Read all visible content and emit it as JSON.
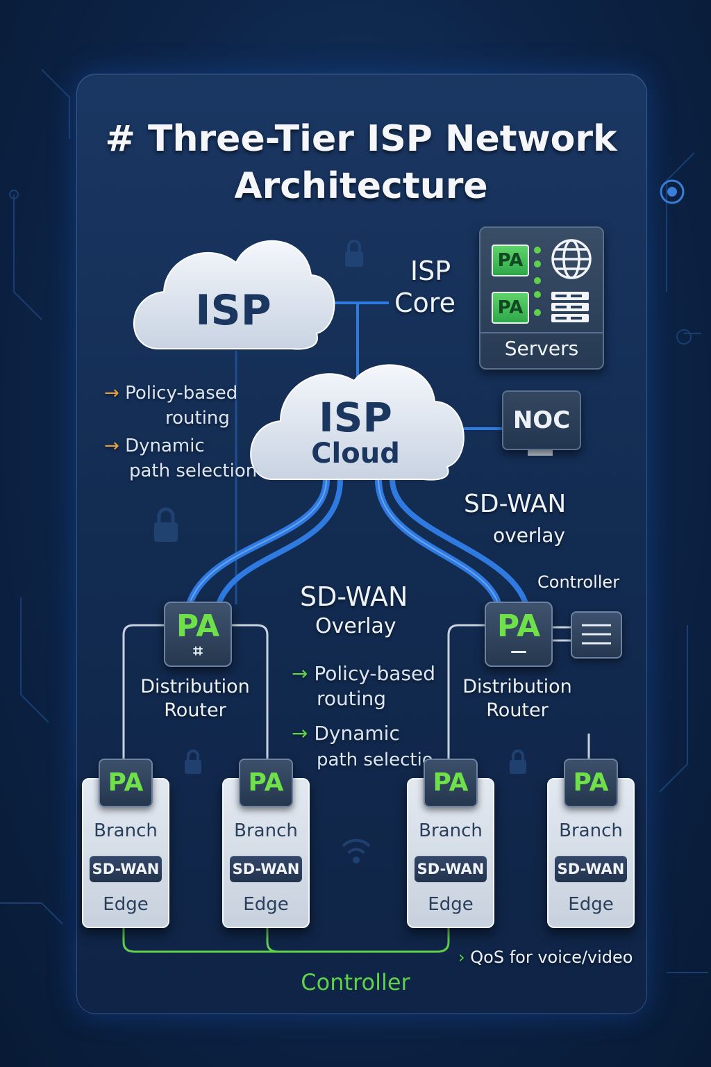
{
  "title": {
    "line1": "# Three-Tier ISP Network",
    "line2": "Architecture"
  },
  "clouds": {
    "isp": "ISP",
    "isp_cloud_line1": "ISP",
    "isp_cloud_line2": "Cloud"
  },
  "core": {
    "label_line1": "ISP",
    "label_line2": "Core",
    "servers_label": "Servers",
    "pa_label": "PA"
  },
  "noc": {
    "label": "NOC"
  },
  "left_bullets": {
    "item1_line1": "Policy-based",
    "item1_line2": "routing",
    "item2_line1": "Dynamic",
    "item2_line2": "path selection",
    "arrow": "→"
  },
  "overlay_right": {
    "line1": "SD-WAN",
    "line2": "overlay",
    "controller": "Controller"
  },
  "overlay_center": {
    "line1": "SD-WAN",
    "line2": "Overlay",
    "item1_line1": "Policy-based",
    "item1_line2": "routing",
    "item2_line1": "Dynamic",
    "item2_line2": "path selectio",
    "arrow": "→"
  },
  "routers": [
    {
      "pa": "PA",
      "mark": "⌗",
      "label_line1": "Distribution",
      "label_line2": "Router"
    },
    {
      "pa": "PA",
      "mark": "—",
      "label_line1": "Distribution",
      "label_line2": "Router"
    }
  ],
  "edges": [
    {
      "pa": "PA",
      "line1": "Branch",
      "badge": "SD-WAN",
      "line3": "Edge"
    },
    {
      "pa": "PA",
      "line1": "Branch",
      "badge": "SD-WAN",
      "line3": "Edge"
    },
    {
      "pa": "PA",
      "line1": "Branch",
      "badge": "SD-WAN",
      "line3": "Edge"
    },
    {
      "pa": "PA",
      "line1": "Branch",
      "badge": "SD-WAN",
      "line3": "Edge"
    }
  ],
  "bottom": {
    "qos": "QoS for voice/video",
    "qos_arrow": "›",
    "controller": "Controller"
  },
  "colors": {
    "accent_green": "#6fe04a",
    "accent_blue": "#2f7ae0",
    "bullet_arrow_orange": "#e6a13a",
    "background": "#0d2447"
  },
  "icons": [
    "globe-icon",
    "server-rack-icon",
    "lock-icon",
    "wifi-icon",
    "circuit-node-icon"
  ]
}
